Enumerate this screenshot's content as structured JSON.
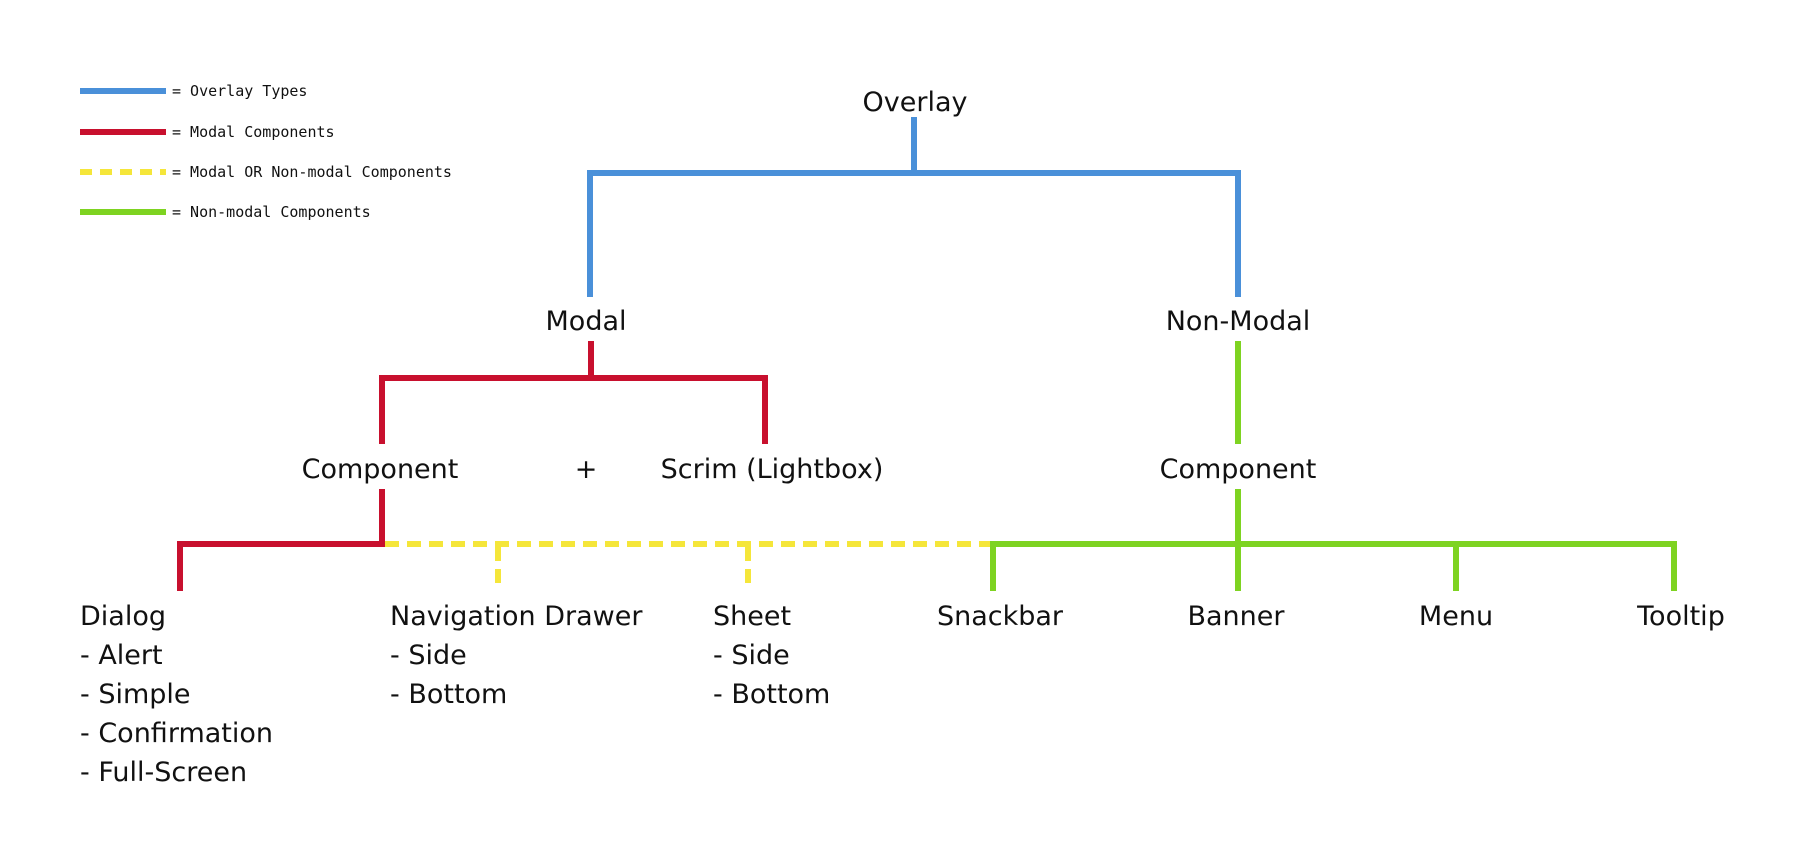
{
  "colors": {
    "overlay_types": "#4A90D9",
    "modal": "#C8102E",
    "either": "#F5E63A",
    "non_modal": "#7ED321"
  },
  "legend": [
    {
      "label": "= Overlay Types",
      "color": "#4A90D9",
      "style": "solid"
    },
    {
      "label": "= Modal Components",
      "color": "#C8102E",
      "style": "solid"
    },
    {
      "label": "= Modal OR Non-modal Components",
      "color": "#F5E63A",
      "style": "dashed"
    },
    {
      "label": "= Non-modal Components",
      "color": "#7ED321",
      "style": "solid"
    }
  ],
  "nodes": {
    "overlay": "Overlay",
    "modal": "Modal",
    "non_modal": "Non-Modal",
    "modal_component": "Component",
    "plus": "+",
    "scrim": "Scrim (Lightbox)",
    "non_modal_component": "Component"
  },
  "leaves": [
    {
      "title": "Dialog",
      "items": [
        "- Alert",
        "- Simple",
        "- Confirmation",
        "- Full-Screen"
      ]
    },
    {
      "title": "Navigation Drawer",
      "items": [
        "- Side",
        "- Bottom"
      ]
    },
    {
      "title": "Sheet",
      "items": [
        "- Side",
        "- Bottom"
      ]
    },
    {
      "title": "Snackbar",
      "items": []
    },
    {
      "title": "Banner",
      "items": []
    },
    {
      "title": "Menu",
      "items": []
    },
    {
      "title": "Tooltip",
      "items": []
    }
  ]
}
